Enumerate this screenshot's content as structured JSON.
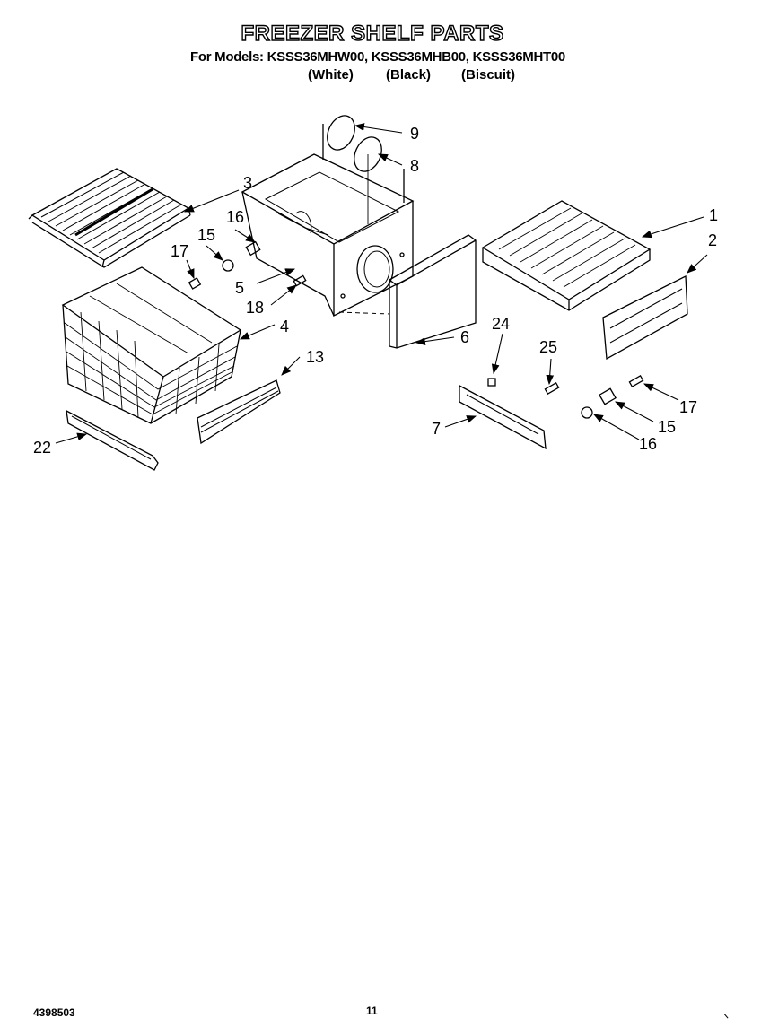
{
  "header": {
    "title": "FREEZER SHELF PARTS",
    "models_prefix": "For Models:",
    "models": [
      "KSSS36MHW00,",
      "KSSS36MHB00,",
      "KSSS36MHT00"
    ],
    "colors": [
      "(White)",
      "(Black)",
      "(Biscuit)"
    ]
  },
  "callouts": {
    "c1": "1",
    "c2": "2",
    "c3": "3",
    "c4": "4",
    "c5": "5",
    "c6": "6",
    "c7": "7",
    "c8": "8",
    "c9": "9",
    "c13": "13",
    "c15a": "15",
    "c15b": "15",
    "c16a": "16",
    "c16b": "16",
    "c17a": "17",
    "c17b": "17",
    "c18": "18",
    "c22": "22",
    "c24": "24",
    "c25": "25"
  },
  "footer": {
    "doc_number": "4398503",
    "page_number": "11"
  }
}
